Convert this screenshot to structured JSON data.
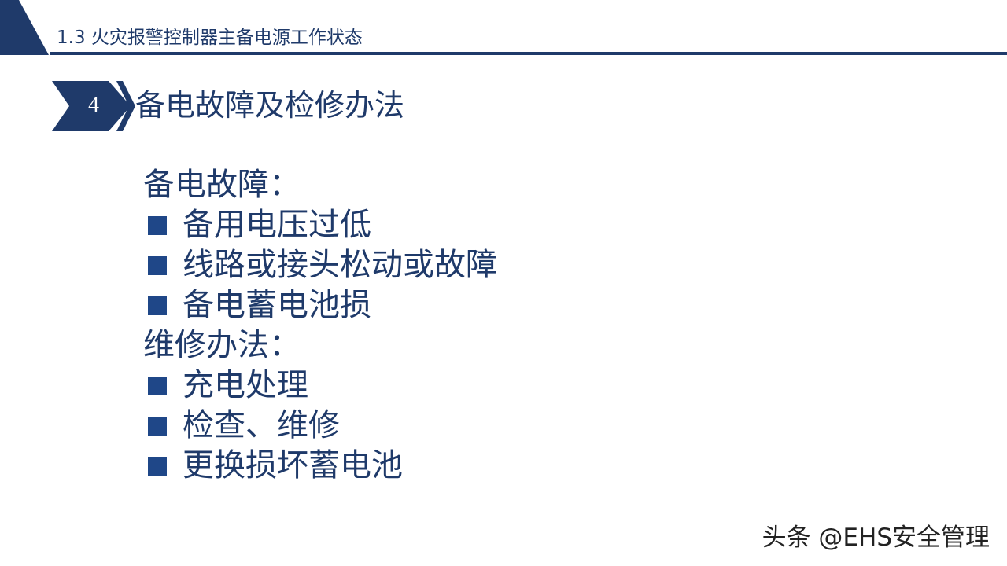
{
  "header": {
    "title": "1.3 火灾报警控制器主备电源工作状态",
    "accent_color": "#1f3a6a"
  },
  "section": {
    "number": "4",
    "title": "备电故障及检修办法"
  },
  "content": {
    "groups": [
      {
        "heading": "备电故障：",
        "items": [
          "备用电压过低",
          "线路或接头松动或故障",
          "备电蓄电池损"
        ]
      },
      {
        "heading": "维修办法：",
        "items": [
          "充电处理",
          "检查、维修",
          "更换损坏蓄电池"
        ]
      }
    ]
  },
  "watermark": {
    "text": "头条 @EHS安全管理"
  }
}
